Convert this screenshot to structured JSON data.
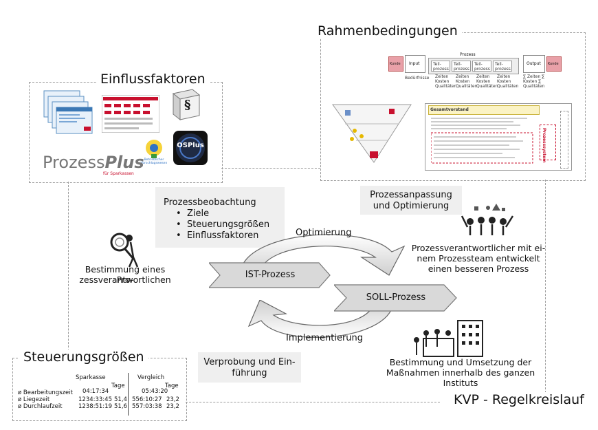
{
  "sections": {
    "einflussfaktoren": "Einflussfaktoren",
    "rahmenbedingungen": "Rahmenbedingungen",
    "steuerungsgroessen": "Steuerungsgrößen",
    "kvp": "KVP - Regelkreislauf"
  },
  "logos": {
    "prozessplus_main": "Prozess",
    "prozessplus_accent": "Plus",
    "prozessplus_sub": "für Sparkassen",
    "osplus": "OSPlus",
    "betrieblicher": "Betrieblicher Vorschlagswesen",
    "paragraph": "§"
  },
  "beobachtung": {
    "title": "Prozessbeobachtung",
    "bullets": [
      "Ziele",
      "Steuerungsgrößen",
      "Einflussfaktoren"
    ]
  },
  "anpassung": {
    "line1": "Prozessanpassung",
    "line2": "und Optimierung"
  },
  "verprobung": {
    "line1": "Verprobung und Ein-",
    "line2": "führung"
  },
  "cycle": {
    "optimierung": "Optimierung",
    "implementierung": "Implementierung",
    "ist": "IST-Prozess",
    "soll": "SOLL-Prozess"
  },
  "captions": {
    "bestimmung_line1": "Bestimmung eines Pro-",
    "bestimmung_line2": "zessverantwortlichen",
    "team_line1": "Prozessverantwortlicher mit ei-",
    "team_line2": "nem Prozessteam entwickelt",
    "team_line3": "einen besseren Prozess",
    "umsetzung_line1": "Bestimmung und Umsetzung der",
    "umsetzung_line2": "Maßnahmen innerhalb des ganzen",
    "umsetzung_line3": "Instituts"
  },
  "rahmen_diagram": {
    "kunde_left": "Kunde",
    "kunde_right": "Kunde",
    "input": "Input",
    "output": "Output",
    "prozess": "Prozess",
    "bedarf": "Bedürfnisse",
    "teil": "Teil-prozess",
    "zeit": "Zeiten Kosten Qualitäten",
    "sum": "∑ Zeiten ∑ Kosten ∑ Qualitäten",
    "gesamtvorstand": "Gesamtvorstand",
    "prozesssystem": "Prozesssystem"
  },
  "table": {
    "col_sparkasse": "Sparkasse",
    "col_vergleich": "Vergleich",
    "tage": "Tage",
    "rows": [
      {
        "label": "ø Bearbeitungszeit",
        "spk": "04:17:34",
        "spk_tage": "",
        "vgl": "05:43:20",
        "vgl_tage": ""
      },
      {
        "label": "ø Liegezeit",
        "spk": "1234:33:45",
        "spk_tage": "51,4",
        "vgl": "556:10:27",
        "vgl_tage": "23,2"
      },
      {
        "label": "ø Durchlaufzeit",
        "spk": "1238:51:19",
        "spk_tage": "51,6",
        "vgl": "557:03:38",
        "vgl_tage": "23,2"
      }
    ]
  }
}
